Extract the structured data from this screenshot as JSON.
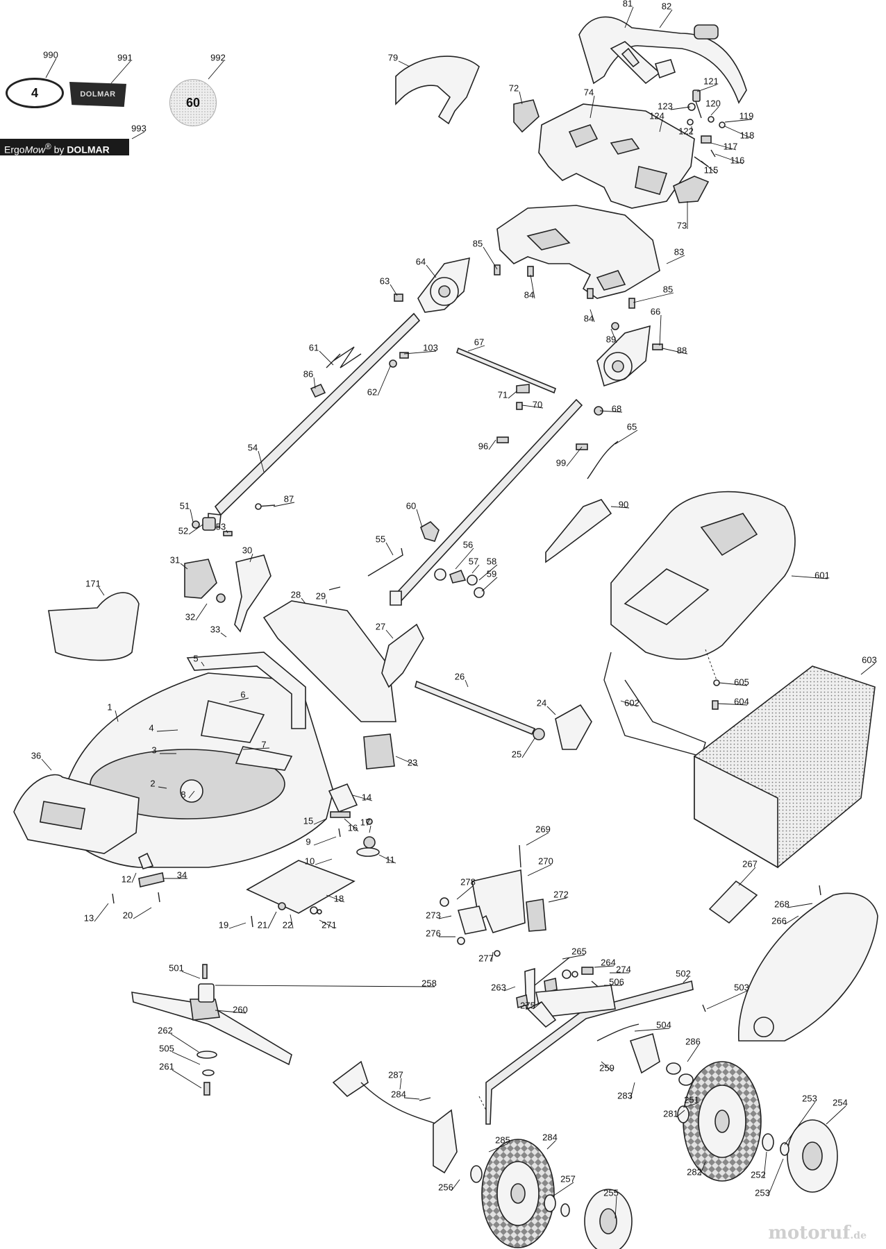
{
  "decals": {
    "four_cut": "4",
    "dolmar_strip": "DOLMAR",
    "sixty": "60",
    "brand_bar": {
      "prefix": "Ergo",
      "italic": "Mow",
      "mark": "®",
      "by": " by ",
      "brand": "DOLMAR"
    }
  },
  "watermark": {
    "name": "motoruf",
    "suffix": ".de"
  },
  "callouts": [
    "990",
    "991",
    "992",
    "993",
    "79",
    "81",
    "82",
    "72",
    "74",
    "121",
    "123",
    "120",
    "119",
    "124",
    "122",
    "118",
    "117",
    "116",
    "115",
    "73",
    "85",
    "64",
    "63",
    "83",
    "84",
    "85",
    "84",
    "89",
    "66",
    "88",
    "61",
    "103",
    "67",
    "86",
    "62",
    "71",
    "70",
    "68",
    "54",
    "96",
    "65",
    "99",
    "51",
    "87",
    "52",
    "53",
    "60",
    "90",
    "55",
    "56",
    "57",
    "58",
    "59",
    "31",
    "30",
    "601",
    "171",
    "28",
    "29",
    "27",
    "32",
    "33",
    "5",
    "6",
    "1",
    "26",
    "603",
    "24",
    "605",
    "604",
    "602",
    "4",
    "7",
    "3",
    "25",
    "36",
    "23",
    "2",
    "8",
    "14",
    "15",
    "16",
    "9",
    "17",
    "10",
    "11",
    "12",
    "34",
    "13",
    "20",
    "18",
    "19",
    "21",
    "22",
    "271",
    "269",
    "270",
    "278",
    "267",
    "272",
    "273",
    "276",
    "268",
    "277",
    "266",
    "265",
    "264",
    "274",
    "263",
    "506",
    "501",
    "275",
    "258",
    "502",
    "260",
    "503",
    "262",
    "504",
    "505",
    "286",
    "261",
    "251",
    "259",
    "287",
    "284",
    "283",
    "281",
    "253",
    "254",
    "285",
    "284",
    "282",
    "252",
    "253",
    "256",
    "257",
    "255"
  ]
}
